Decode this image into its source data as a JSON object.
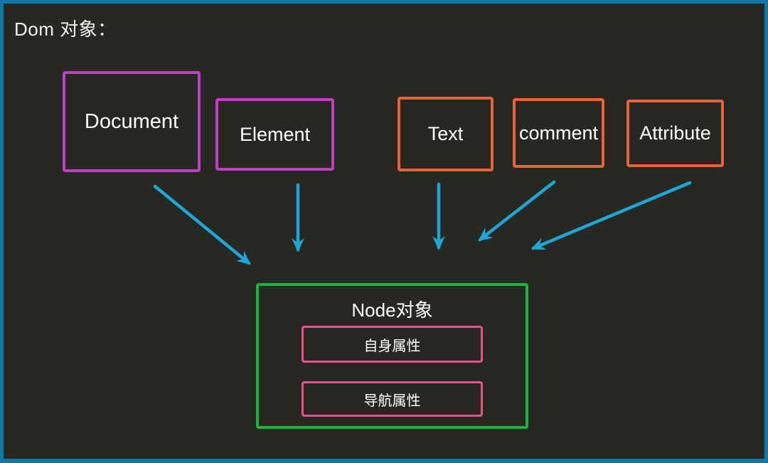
{
  "page": {
    "title": "Dom 对象：",
    "background_color": "#282823",
    "frame_color": "#1178a8"
  },
  "colors": {
    "magenta": "#c13fc4",
    "orange": "#ec6237",
    "green": "#1bb43c",
    "pink": "#ec5090",
    "arrow_blue": "#1ba7d8",
    "text": "#ffffff"
  },
  "diagram": {
    "type": "node-hierarchy",
    "top_boxes": [
      {
        "id": "document",
        "label": "Document",
        "border_color": "#c13fc4"
      },
      {
        "id": "element",
        "label": "Element",
        "border_color": "#c13fc4"
      },
      {
        "id": "text",
        "label": "Text",
        "border_color": "#ec6237"
      },
      {
        "id": "comment",
        "label": "comment",
        "border_color": "#ec6237"
      },
      {
        "id": "attribute",
        "label": "Attribute",
        "border_color": "#ec6237"
      }
    ],
    "node_container": {
      "title": "Node对象",
      "border_color": "#1bb43c",
      "attributes": [
        {
          "id": "own-attributes",
          "label": "自身属性",
          "border_color": "#ec5090"
        },
        {
          "id": "navigation-attributes",
          "label": "导航属性",
          "border_color": "#ec5090"
        }
      ]
    },
    "arrows": [
      {
        "from": "document",
        "to": "node-object",
        "color": "#1ba7d8",
        "direction": "diagonal-down-right"
      },
      {
        "from": "element",
        "to": "node-object",
        "color": "#1ba7d8",
        "direction": "down"
      },
      {
        "from": "text",
        "to": "node-object",
        "color": "#1ba7d8",
        "direction": "down"
      },
      {
        "from": "comment",
        "to": "node-object",
        "color": "#1ba7d8",
        "direction": "diagonal-down-left"
      },
      {
        "from": "attribute",
        "to": "node-object",
        "color": "#1ba7d8",
        "direction": "diagonal-down-left"
      }
    ]
  }
}
